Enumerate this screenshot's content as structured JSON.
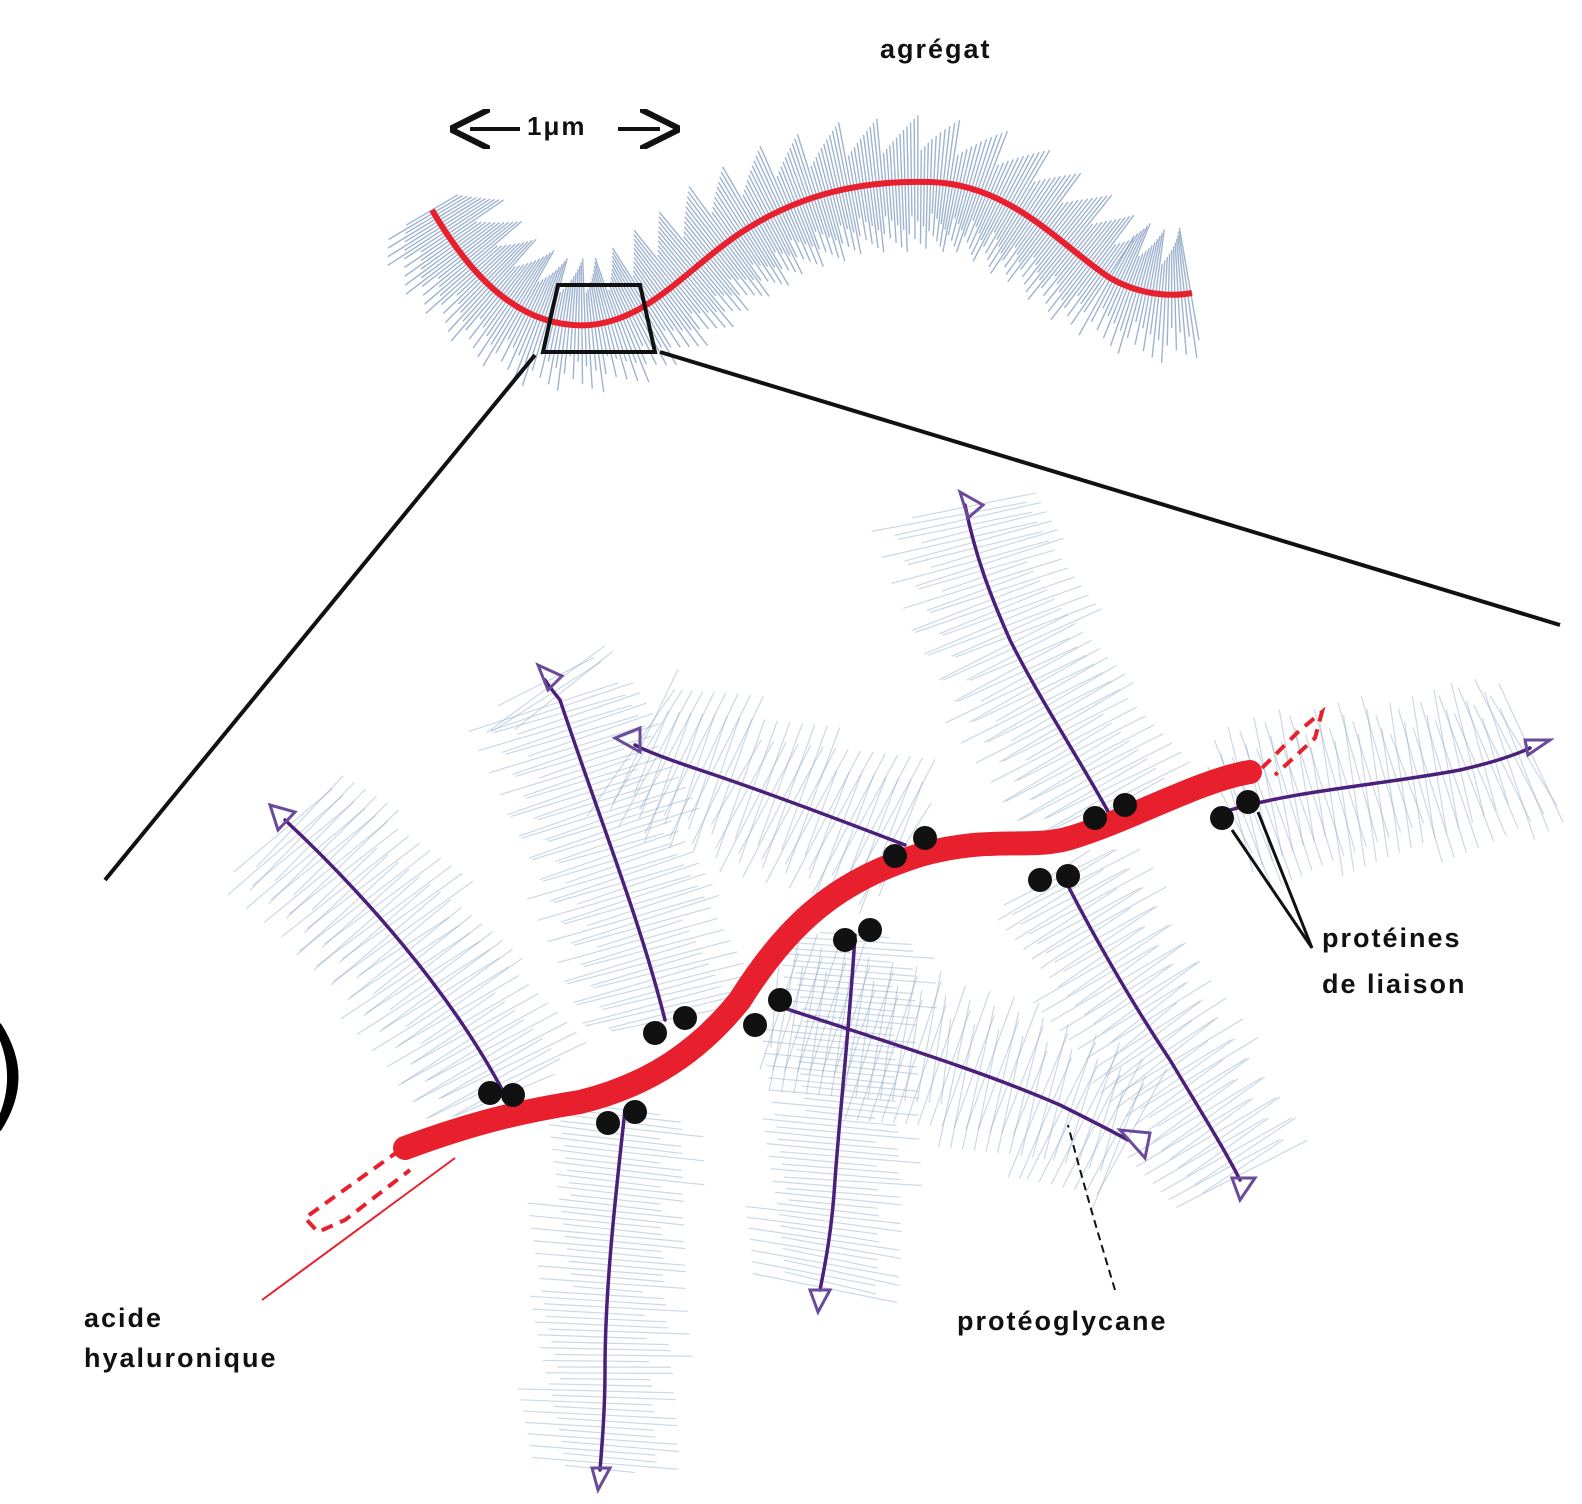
{
  "labels": {
    "aggregate": "agrégat",
    "scale": "1μm",
    "hyaluronic_acid_line1": "acide",
    "hyaluronic_acid_line2": "hyaluronique",
    "proteoglycan": "protéoglycane",
    "link_proteins_line1": "protéines",
    "link_proteins_line2": "de liaison",
    "edge_fragment": ")"
  },
  "colors": {
    "hyaluronic_acid": "#e8202e",
    "core_protein": "#4b1f7a",
    "gag_chains": "#8eaac6",
    "link_protein": "#111111",
    "lines": "#111111"
  }
}
